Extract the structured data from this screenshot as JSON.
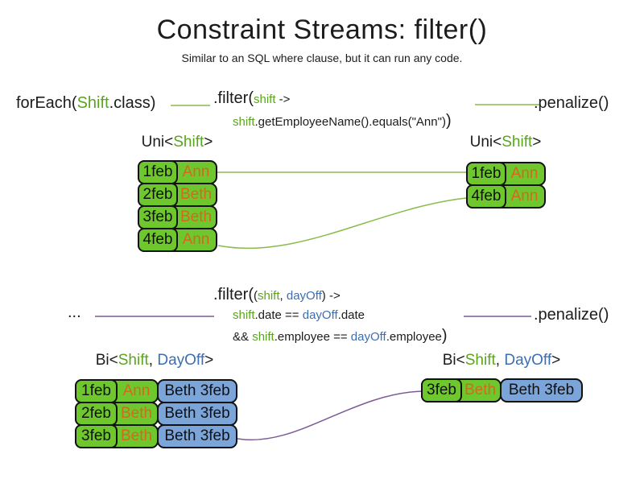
{
  "slide": {
    "title": "Constraint Streams: filter()",
    "subtitle": "Similar to an SQL where clause, but it can run any code."
  },
  "colors": {
    "code_green": "#5aa51e",
    "code_blue": "#3c6eb4",
    "cell_green": "#6ec82d",
    "cell_blue": "#7ba4d9",
    "name_orange": "#d2691e",
    "wire_green": "#8abb4a",
    "wire_purple": "#7d5a96",
    "border_black": "#111111"
  },
  "top_flow": {
    "foreach_pre": "forEach(",
    "foreach_type": "Shift",
    "foreach_post": ".class)",
    "filter_open": ".filter(",
    "filter_param": "shift",
    "filter_arrow": " ->",
    "body_var": "shift",
    "body_rest": ".getEmployeeName().equals(\"Ann\")",
    "filter_close": ")",
    "penalize": ".penalize()"
  },
  "uni_label": {
    "pre": "Uni<",
    "type": "Shift",
    "post": ">"
  },
  "uni_left_rows": [
    {
      "date": "1feb",
      "name": "Ann"
    },
    {
      "date": "2feb",
      "name": "Beth"
    },
    {
      "date": "3feb",
      "name": "Beth"
    },
    {
      "date": "4feb",
      "name": "Ann"
    }
  ],
  "uni_right_rows": [
    {
      "date": "1feb",
      "name": "Ann"
    },
    {
      "date": "4feb",
      "name": "Ann"
    }
  ],
  "bottom_flow": {
    "ellipsis": "...",
    "filter_open": ".filter(",
    "paren_open": "(",
    "param1": "shift",
    "comma": ", ",
    "param2": "dayOff",
    "paren_close_arrow": ") ->",
    "l2_var1": "shift",
    "l2_mid": ".date == ",
    "l2_var2": "dayOff",
    "l2_end": ".date",
    "l3_and": "&& ",
    "l3_var1": "shift",
    "l3_mid": ".employee == ",
    "l3_var2": "dayOff",
    "l3_end": ".employee",
    "filter_close": ")",
    "penalize": ".penalize()"
  },
  "bi_label": {
    "pre": "Bi<",
    "type1": "Shift",
    "comma": ", ",
    "type2": "DayOff",
    "post": ">"
  },
  "bi_left_rows": [
    {
      "date": "1feb",
      "name": "Ann",
      "pair": "Beth 3feb"
    },
    {
      "date": "2feb",
      "name": "Beth",
      "pair": "Beth 3feb"
    },
    {
      "date": "3feb",
      "name": "Beth",
      "pair": "Beth 3feb"
    }
  ],
  "bi_right_rows": [
    {
      "date": "3feb",
      "name": "Beth",
      "pair": "Beth 3feb"
    }
  ]
}
